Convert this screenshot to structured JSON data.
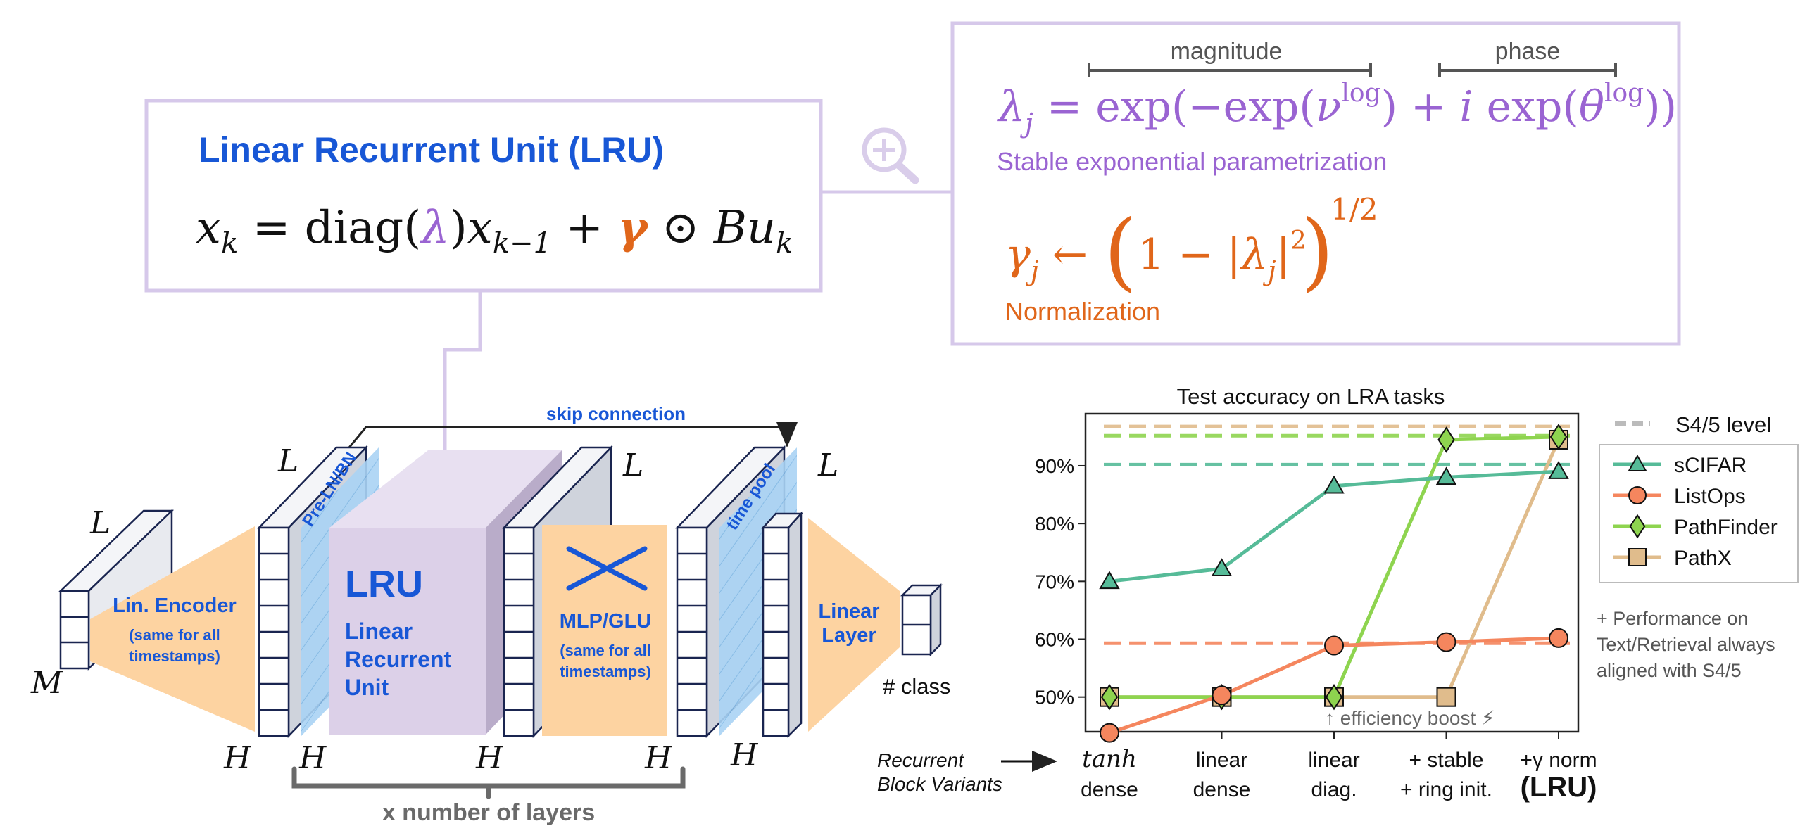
{
  "colors": {
    "blue": "#1857d6",
    "purple": "#9a64d2",
    "lavender_fill": "#dcd0e8",
    "lavender_border": "#d6c8ea",
    "orange": "#e0661a",
    "peach": "#fdd3a1",
    "light_blue": "#a9d3f4",
    "dark_gray": "#555555",
    "teal": "#56bb98",
    "salmon": "#f5865e",
    "lime": "#8ed44f",
    "tan": "#e0bc8c"
  },
  "lru_box": {
    "title": "Linear Recurrent Unit (LRU)",
    "eq_x": "x",
    "eq_k": "k",
    "eq_eq": " = diag(",
    "eq_lambda": "λ",
    "eq_close": ")",
    "eq_km1": "k−1",
    "eq_plus": " + ",
    "eq_gamma": "γ",
    "eq_odot": " ⊙ ",
    "eq_Bu": "Bu"
  },
  "zoom": {
    "icon": "zoom-in-icon"
  },
  "param_box": {
    "magnitude_label": "magnitude",
    "phase_label": "phase",
    "lambda_eq": {
      "lam": "λ",
      "j": "j",
      "eq": " = exp(−exp(",
      "nu": "ν",
      "sup_log": "log",
      "mid": ") + ",
      "i": "i",
      "exp2": " exp(",
      "theta": "θ",
      "end": "))"
    },
    "stable_caption": "Stable exponential parametrization",
    "gamma_eq": {
      "gam": "γ",
      "j": "j",
      "arrow": " ←",
      "one_minus": "1 − |",
      "lam": "λ",
      "bar": "|",
      "sq": "2",
      "half": "1/2"
    },
    "norm_caption": "Normalization"
  },
  "arch": {
    "skip": "skip connection",
    "L": "L",
    "M": "M",
    "H": "H",
    "encoder_title": "Lin. Encoder",
    "encoder_sub1": "(same for all",
    "encoder_sub2": "timestamps)",
    "preln": "Pre-LN/BN",
    "lru_big": "LRU",
    "lru_line1": "Linear",
    "lru_line2": "Recurrent",
    "lru_line3": "Unit",
    "mlp_title": "MLP/GLU",
    "mlp_sub1": "(same for all",
    "mlp_sub2": "timestamps)",
    "timepool": "time pool",
    "linear_line1": "Linear",
    "linear_line2": "Layer",
    "class_label": "# class",
    "layers_label": "x number of layers"
  },
  "chart_data": {
    "type": "line",
    "title": "Test accuracy on LRA tasks",
    "categories": [
      [
        "tanh",
        "dense"
      ],
      [
        "linear",
        "dense"
      ],
      [
        "linear",
        "diag."
      ],
      [
        "+ stable",
        "+ ring init."
      ],
      [
        "+γ norm",
        "(LRU)"
      ]
    ],
    "yticks": [
      "50%",
      "60%",
      "70%",
      "80%",
      "90%"
    ],
    "ytick_values": [
      50,
      60,
      70,
      80,
      90
    ],
    "ylim": [
      44,
      99
    ],
    "grid": false,
    "series": [
      {
        "name": "sCIFAR",
        "marker": "triangle",
        "color": "#56bb98",
        "values": [
          70,
          72.2,
          86.5,
          88,
          89
        ],
        "s45_level": 90.2
      },
      {
        "name": "ListOps",
        "marker": "circle",
        "color": "#f5865e",
        "values": [
          43.8,
          50.3,
          58.9,
          59.5,
          60.2
        ],
        "s45_level": 59.3
      },
      {
        "name": "PathFinder",
        "marker": "diamond",
        "color": "#8ed44f",
        "values": [
          50,
          50,
          50,
          94.5,
          95
        ],
        "s45_level": 95.2
      },
      {
        "name": "PathX",
        "marker": "square",
        "color": "#e0bc8c",
        "values": [
          50,
          50,
          50,
          50,
          94.5
        ],
        "s45_level": 96.8
      }
    ],
    "legend_level_label": "S4/5 level",
    "legend_placement": "right",
    "efficiency_note": "↑ efficiency boost ⚡",
    "xaxis_lead_line1": "Recurrent",
    "xaxis_lead_line2": "Block Variants",
    "side_note": [
      "+ Performance on",
      "Text/Retrieval always",
      "aligned with S4/5"
    ]
  }
}
